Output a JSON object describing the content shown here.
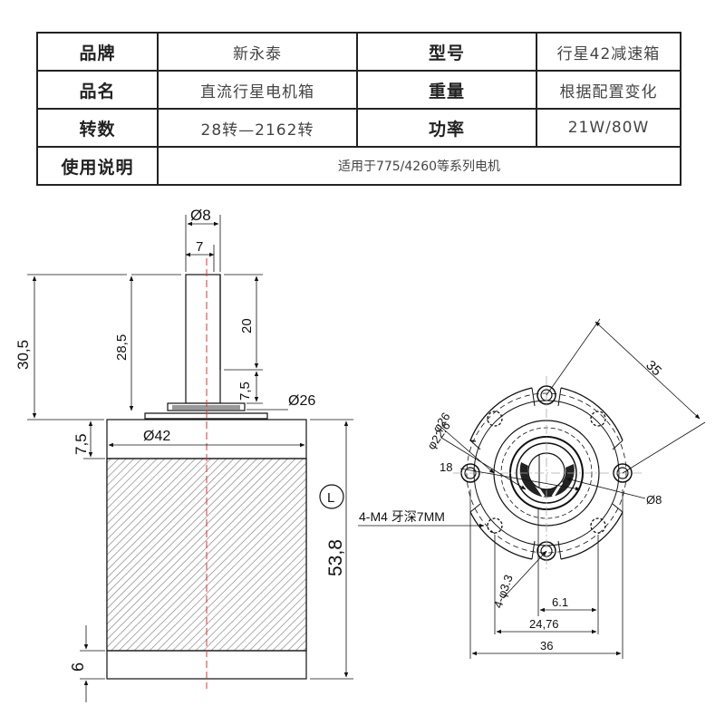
{
  "specs": [
    {
      "k1": "品牌",
      "v1": "新永泰",
      "k2": "型号",
      "v2": "行星42减速箱"
    },
    {
      "k1": "品名",
      "v1": "直流行星电机箱",
      "k2": "重量",
      "v2": "根据配置变化"
    },
    {
      "k1": "转数",
      "v1": "28转—2162转",
      "k2": "功率",
      "v2": "21W/80W"
    }
  ],
  "usage": {
    "label": "使用说明",
    "text": "适用于775/4260等系列电机"
  },
  "side": {
    "shaft_dia": "Ø8",
    "flat_width": "7",
    "flat_len": "20",
    "collar_h": "7,5",
    "shaft_len": "28,5",
    "total_len": "30,5",
    "collar_dia": "Ø26",
    "top_ring": "7,5",
    "body_dia": "Ø42",
    "body_len": "53,8",
    "bottom": "6",
    "marker": "L"
  },
  "front": {
    "bolt_circle": "35",
    "pilot1": "φ26",
    "pilot2": "φ22.6",
    "offset": "18",
    "shaft": "Ø8",
    "thread": "4-M4 牙深7MM",
    "holes": "4-φ3.3",
    "flat": "6.1",
    "pitch": "24,76",
    "width": "36"
  }
}
